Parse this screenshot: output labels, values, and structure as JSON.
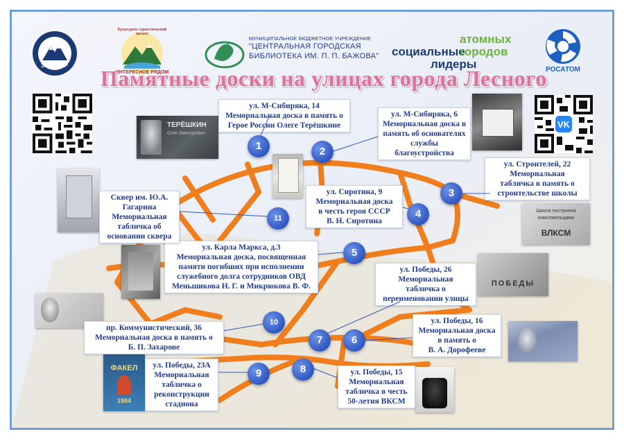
{
  "header": {
    "logo_left_text": "ЭРЕБОР",
    "logo_tourist_text": "Культурно-туристический проект",
    "logo_tourist_sub": "ИНТЕРЕСНОЕ РЯДОМ",
    "library": {
      "line1": "МУНИЦИПАЛЬНОЕ БЮДЖЕТНОЕ УЧРЕЖДЕНИЕ",
      "line2": "\"ЦЕНТРАЛЬНАЯ ГОРОДСКАЯ",
      "line3": "БИБЛИОТЕКА ИМ. П. П. БАЖОВА\""
    },
    "leaders": {
      "social": "социальные",
      "leaders": "лидеры",
      "atom": "атомных",
      "cities": "городов"
    },
    "rosatom": "РОСАТОМ"
  },
  "title": "Памятные доски на улицах города Лесного",
  "colors": {
    "road": "#f07e1d",
    "marker": "#2e57c4",
    "title": "#e0709a",
    "label_text": "#1f3b8c",
    "frame": "#6f9fd6"
  },
  "plaque1": {
    "name": "ТЕРЁШКИН",
    "given": "Олег Викторович"
  },
  "plaque3": {
    "line1": "Школа построена",
    "line2": "комсомольцами",
    "line3": "ВЛКСМ"
  },
  "plaque7": {
    "word": "ПОБЕДЫ"
  },
  "plaque9": {
    "word": "ФАКЕЛ",
    "years": "1984"
  },
  "places": [
    {
      "num": "1",
      "text": "ул. М-Сибиряка, 14\nМемориальная доска в память о\nГерое России Олеге Терёшкине"
    },
    {
      "num": "2",
      "text": "ул. М-Сибиряка, 6\nМемориальная доска в\nпамять об основателях\nслужбы благоустройства"
    },
    {
      "num": "3",
      "text": "ул. Строителей, 22\nМемориальная\nтабличка в память о\nстроительстве школы"
    },
    {
      "num": "4",
      "text": "ул. Сиротина, 9\nМемориальная доска\nв честь героя СССР\nВ. Н. Сиротина"
    },
    {
      "num": "5",
      "text": "ул. Карла Маркса, д.3\nМемориальная доска, посвященная\nпамяти погибших при исполнении\nслужебного долга сотрудников ОВД\nМеньшикова Н. Г. и Микрюкова В. Ф."
    },
    {
      "num": "6",
      "text": "ул. Победы, 16\nМемориальная доска\nв память о\nВ. А. Дорофееве"
    },
    {
      "num": "7",
      "text": "ул. Победы, 26\nМемориальная\nтабличка о\nпереименовании улицы"
    },
    {
      "num": "8",
      "text": "ул. Победы, 15\nМемориальная\nтабличка в честь\n50-летия ВКСМ"
    },
    {
      "num": "9",
      "text": "ул. Победы, 23А\nМемориальная\nтабличка о\nреконструкции\nстадиона"
    },
    {
      "num": "10",
      "text": "пр. Коммунистический, 36\nМемориальная доска в память о\nБ. П. Захарове"
    },
    {
      "num": "11",
      "text": "Сквер им. Ю.А.\nГагарина\nМемориальная\nтабличка об\nосновании сквера"
    }
  ]
}
